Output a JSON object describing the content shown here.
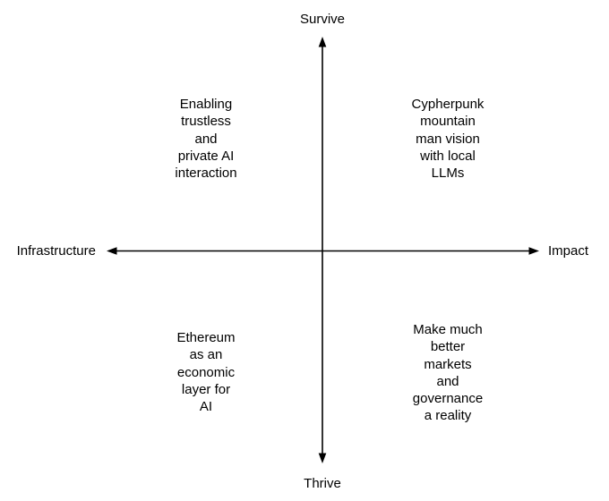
{
  "diagram": {
    "type": "quadrant-matrix",
    "axis_labels": {
      "top": "Survive",
      "bottom": "Thrive",
      "left": "Infrastructure",
      "right": "Impact"
    },
    "quadrants": {
      "top_left": {
        "text": "Enabling\ntrustless\nand\nprivate AI\ninteraction"
      },
      "top_right": {
        "text": "Cypherpunk\nmountain\nman vision\nwith local\nLLMs"
      },
      "bottom_left": {
        "text": "Ethereum\nas an\neconomic\nlayer for\nAI"
      },
      "bottom_right": {
        "text": "Make much\nbetter\nmarkets\nand\ngovernance\na reality"
      }
    },
    "colors": {
      "line": "#000000",
      "text": "#000000",
      "background": "#ffffff"
    }
  }
}
